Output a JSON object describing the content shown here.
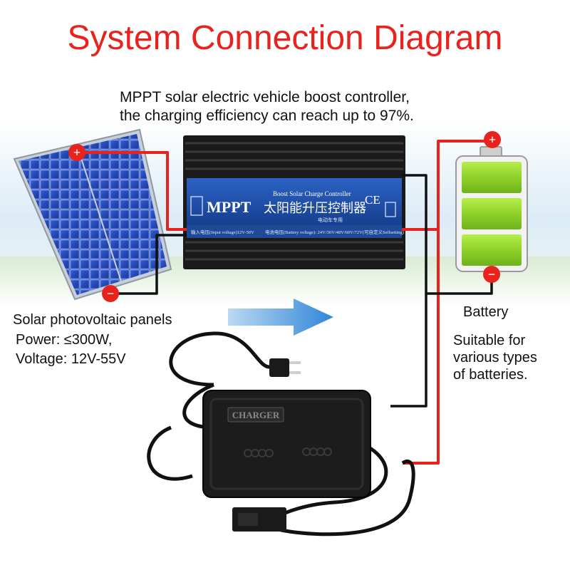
{
  "title": "System Connection Diagram",
  "subtitle": {
    "line1": "MPPT solar electric vehicle boost controller,",
    "line2": "the charging efficiency can reach up to 97%."
  },
  "solar_panel": {
    "label": "Solar photovoltaic panels",
    "power": "Power: ≤300W,",
    "voltage": "Voltage: 12V-55V"
  },
  "battery": {
    "label": "Battery",
    "note_lines": [
      "Suitable for",
      "various types",
      "of batteries."
    ]
  },
  "controller": {
    "brand": "MPPT",
    "name_en": "Boost Solar Charge Controller",
    "name_cn": "太阳能升压控制器",
    "sub_cn": "电动车专用",
    "ce_mark": "CE",
    "spec_input": "输入电压(Input voltage)12V-50V",
    "spec_output": "电池电压(Battery voltage): 24V/36V/48V/60V/72V(可自定义Selfsetting)"
  },
  "charger": {
    "label": "CHARGER"
  },
  "terminals": {
    "plus": "+",
    "minus": "−"
  },
  "colors": {
    "title": "#e8231d",
    "positive_wire": "#e8231d",
    "negative_wire": "#111111",
    "arrow": "#2f86d8",
    "controller_label": "#1f4fa0",
    "battery_green": "#8fd12a"
  }
}
